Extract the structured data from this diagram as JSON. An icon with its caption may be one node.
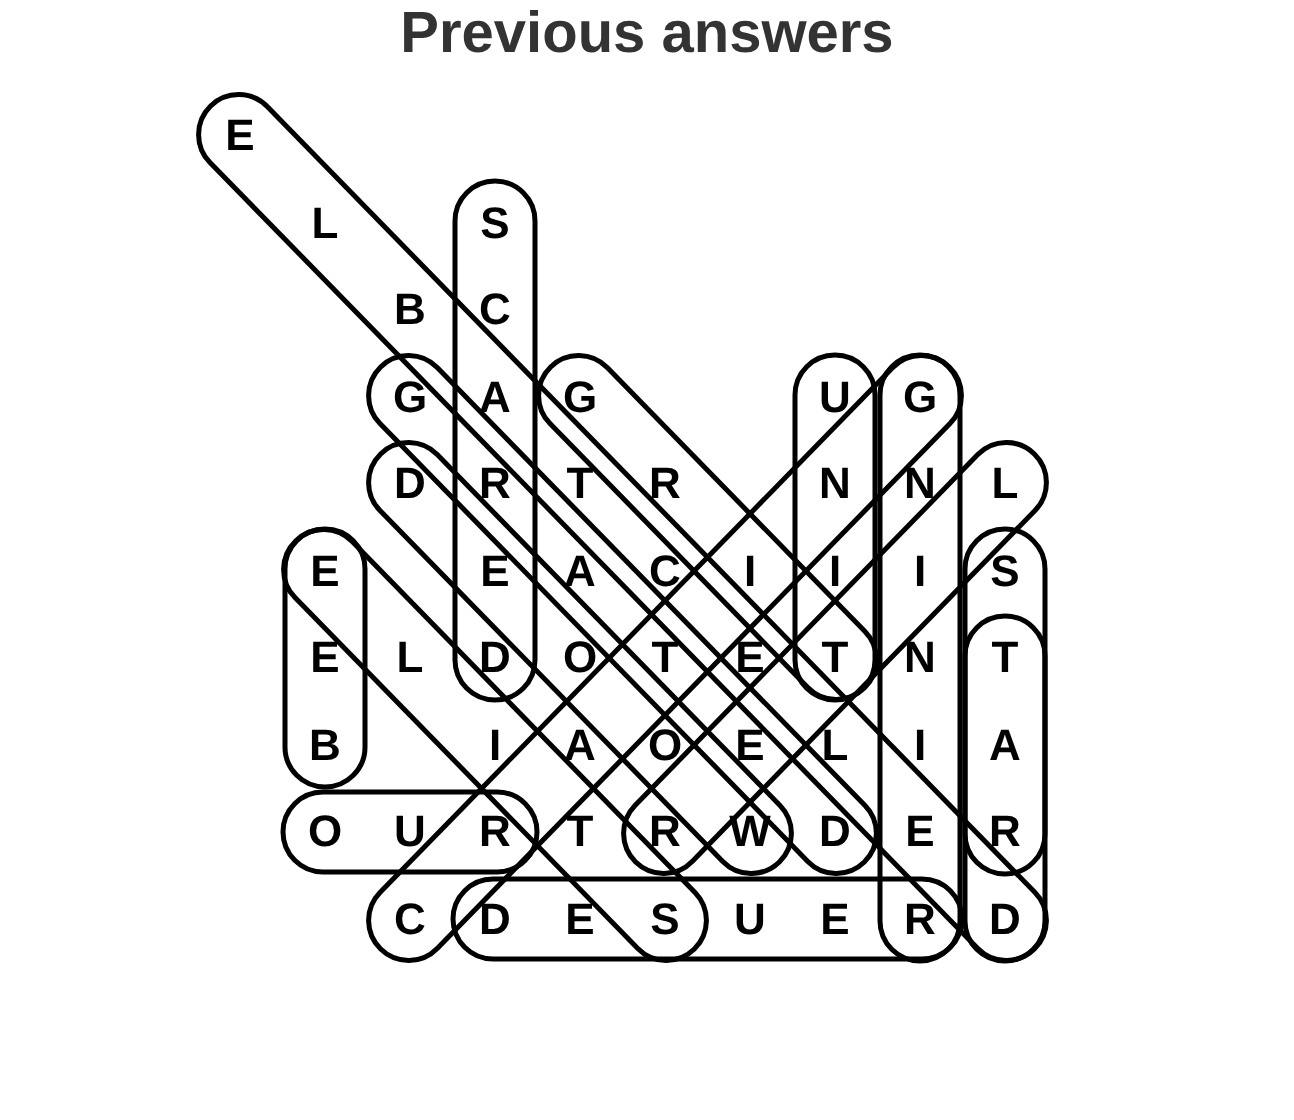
{
  "diagram": {
    "title": "Previous answers",
    "labels": [
      "E",
      "L",
      "S",
      "B",
      "C",
      "G",
      "A",
      "G",
      "U",
      "G",
      "D",
      "R",
      "T",
      "R",
      "N",
      "N",
      "L",
      "E",
      "E",
      "A",
      "C",
      "I",
      "I",
      "I",
      "S",
      "E",
      "L",
      "D",
      "O",
      "T",
      "E",
      "T",
      "N",
      "T",
      "B",
      "I",
      "A",
      "O",
      "E",
      "L",
      "I",
      "A",
      "O",
      "U",
      "R",
      "T",
      "R",
      "W",
      "D",
      "E",
      "R",
      "C",
      "D",
      "E",
      "S",
      "U",
      "E",
      "R",
      "D"
    ]
  }
}
